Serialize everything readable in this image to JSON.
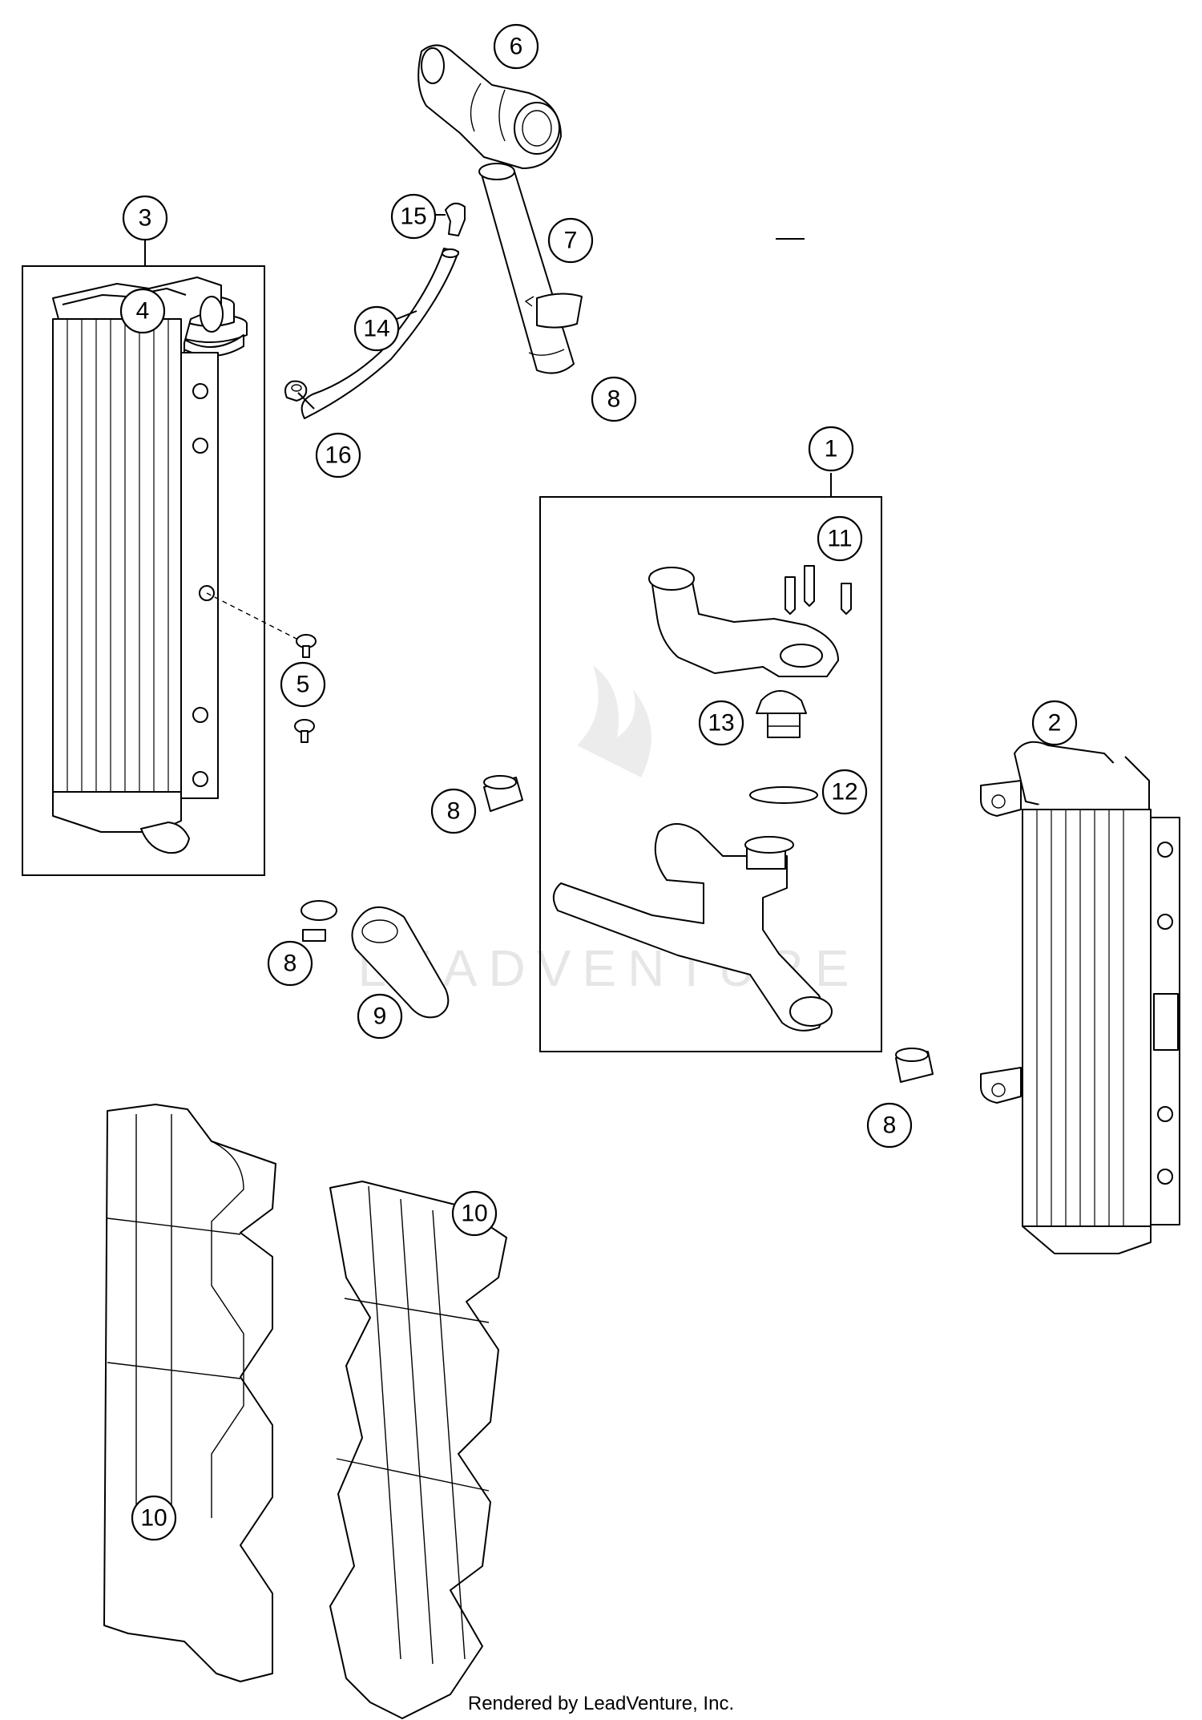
{
  "callouts": {
    "c1": "1",
    "c2": "2",
    "c3": "3",
    "c4": "4",
    "c5": "5",
    "c6": "6",
    "c7": "7",
    "c8a": "8",
    "c8b": "8",
    "c8c": "8",
    "c8d": "8",
    "c9": "9",
    "c10a": "10",
    "c10b": "10",
    "c11": "11",
    "c12": "12",
    "c13": "13",
    "c14": "14",
    "c15": "15",
    "c16": "16"
  },
  "watermark": "LEADVENTURE",
  "footer": "Rendered by LeadVenture, Inc."
}
